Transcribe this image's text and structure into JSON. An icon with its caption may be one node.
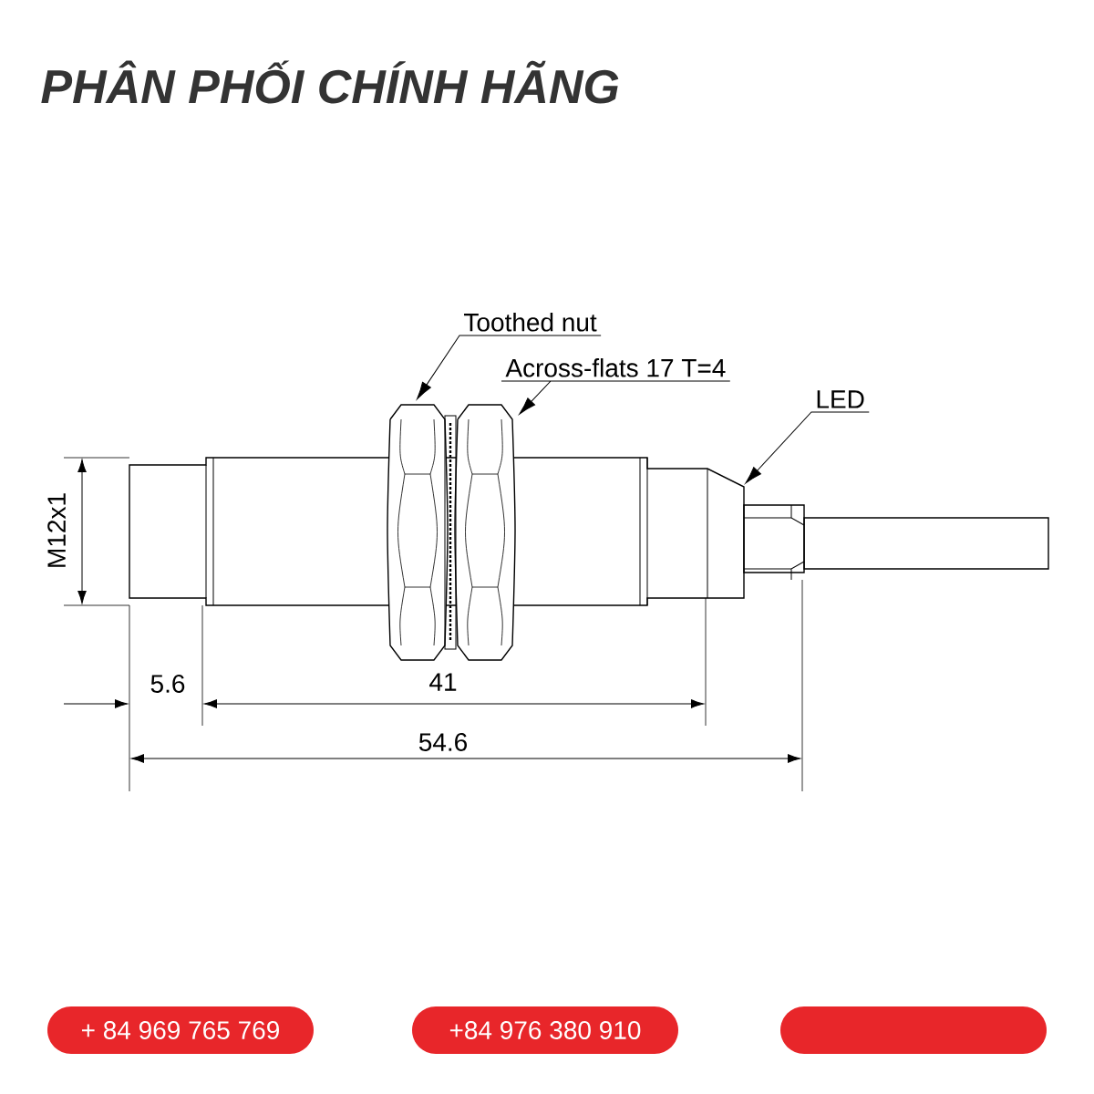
{
  "diagram": {
    "title": "PHÂN PHỐI CHÍNH HÃNG",
    "nodes": [
      {
        "text": [
          "Toothed nut"
        ]
      },
      {
        "text": [
          "Across-flats 17  T=4"
        ]
      },
      {
        "text": [
          "LED"
        ]
      },
      {
        "text": [
          "+ 84 969 765 769"
        ]
      },
      {
        "text": [
          "+84 976 380 910"
        ]
      },
      {
        "text": [],
        "shape": "box"
      }
    ],
    "edges": [
      {
        "from": 0,
        "to": null,
        "arrow": "to"
      },
      {
        "from": 1,
        "to": null,
        "arrow": "to"
      },
      {
        "from": 2,
        "to": null,
        "arrow": "to"
      }
    ],
    "labels": [
      "M12x1",
      "5.6",
      "41",
      "54.6"
    ]
  }
}
